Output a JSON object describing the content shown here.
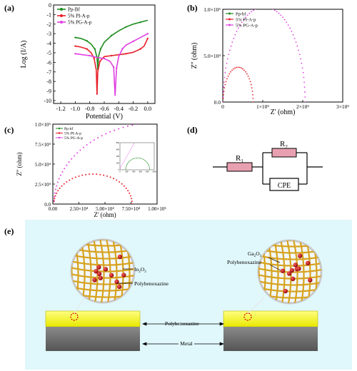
{
  "panel_labels": {
    "a": "(a)",
    "b": "(b)",
    "c": "(c)",
    "d": "(d)",
    "e": "(e)"
  },
  "colors": {
    "pp_bf": "#1e8c1e",
    "pi_a_p": "#e8202a",
    "pg_a_p": "#e040e0",
    "cpe_box": "#000000",
    "resistor_fill": "#e8a0b0",
    "scene_bg": "#e0f7fb",
    "coating": "#f0f000",
    "metal": "#7d7d7d",
    "fiber": "#d7a21e",
    "particle": "#b00000"
  },
  "chart_data": [
    {
      "type": "line",
      "panel": "(a)",
      "xlabel": "Potential (V)",
      "ylabel": "Log (I/A)",
      "xlim": [
        -1.3,
        0.1
      ],
      "ylim": [
        -10.3,
        0
      ],
      "xticks": [
        "-1.2",
        "-1.0",
        "-0.8",
        "-0.6",
        "-0.4",
        "-0.2",
        "0.0"
      ],
      "yticks": [
        "-10",
        "-9",
        "-8",
        "-7",
        "-6",
        "-5",
        "-4",
        "-3",
        "-2",
        "-1",
        "0"
      ],
      "legend": "top-left",
      "series": [
        {
          "name": "Pp-Bf",
          "color": "#1e8c1e",
          "points": [
            [
              -1.0,
              -3.4
            ],
            [
              -0.92,
              -3.5
            ],
            [
              -0.84,
              -3.75
            ],
            [
              -0.78,
              -4.1
            ],
            [
              -0.73,
              -4.6
            ],
            [
              -0.7,
              -5.5
            ],
            [
              -0.69,
              -6.7
            ],
            [
              -0.68,
              -5.4
            ],
            [
              -0.65,
              -4.6
            ],
            [
              -0.6,
              -3.9
            ],
            [
              -0.5,
              -3.2
            ],
            [
              -0.4,
              -2.7
            ],
            [
              -0.3,
              -2.3
            ],
            [
              -0.2,
              -2.0
            ],
            [
              -0.1,
              -1.8
            ],
            [
              0.0,
              -1.6
            ]
          ]
        },
        {
          "name": "5% PI-A-p",
          "color": "#e8202a",
          "points": [
            [
              -1.0,
              -4.3
            ],
            [
              -0.92,
              -4.4
            ],
            [
              -0.84,
              -4.6
            ],
            [
              -0.78,
              -5.0
            ],
            [
              -0.74,
              -5.6
            ],
            [
              -0.71,
              -6.8
            ],
            [
              -0.7,
              -9.3
            ],
            [
              -0.69,
              -7.0
            ],
            [
              -0.66,
              -5.9
            ],
            [
              -0.6,
              -5.4
            ],
            [
              -0.5,
              -5.3
            ],
            [
              -0.4,
              -5.2
            ],
            [
              -0.3,
              -5.1
            ],
            [
              -0.2,
              -4.95
            ],
            [
              -0.1,
              -4.6
            ],
            [
              -0.05,
              -4.3
            ],
            [
              0.0,
              -3.5
            ]
          ]
        },
        {
          "name": "5% PG-A-p",
          "color": "#e040e0",
          "points": [
            [
              -1.0,
              -5.1
            ],
            [
              -0.9,
              -5.2
            ],
            [
              -0.8,
              -5.3
            ],
            [
              -0.7,
              -5.5
            ],
            [
              -0.6,
              -5.6
            ],
            [
              -0.52,
              -5.9
            ],
            [
              -0.47,
              -6.5
            ],
            [
              -0.45,
              -9.5
            ],
            [
              -0.43,
              -6.6
            ],
            [
              -0.4,
              -5.4
            ],
            [
              -0.35,
              -4.6
            ],
            [
              -0.3,
              -4.2
            ],
            [
              -0.2,
              -3.8
            ],
            [
              -0.1,
              -3.4
            ],
            [
              0.0,
              -3.0
            ]
          ]
        }
      ]
    },
    {
      "type": "scatter",
      "panel": "(b)",
      "xlabel": "Z' (ohm)",
      "ylabel": "Z'' (ohm)",
      "xlim": [
        0,
        300000
      ],
      "ylim": [
        0,
        100000
      ],
      "xticks": [
        "0",
        "1×10⁵",
        "2×10⁵",
        "3×10⁵"
      ],
      "yticks": [
        "0.0",
        "5.0×10⁴",
        "1.0×10⁵"
      ],
      "legend": "top-left",
      "series": [
        {
          "name": "Pp-bf",
          "color": "#1e8c1e",
          "arc": {
            "start": 0,
            "end": 700
          }
        },
        {
          "name": "5% PI-A-p",
          "color": "#e8202a",
          "arc": {
            "start": 1000,
            "end": 76000
          }
        },
        {
          "name": "5% PG-A-p",
          "color": "#e040e0",
          "arc": {
            "start": 1000,
            "end": 206000
          }
        }
      ]
    },
    {
      "type": "scatter",
      "panel": "(c)",
      "xlabel": "Z' (ohm)",
      "ylabel": "Z'' (ohm)",
      "xlim": [
        0,
        100000
      ],
      "ylim": [
        0,
        100000
      ],
      "xticks": [
        "0.00",
        "2.50×10⁴",
        "5.00×10⁴",
        "7.50×10⁴",
        "1.00×10⁵"
      ],
      "yticks": [
        "0.0",
        "2.5×10⁴",
        "5.0×10⁴",
        "7.5×10⁴",
        "1.0×10⁵"
      ],
      "legend": "top-left",
      "series": [
        {
          "name": "Pp-bf",
          "color": "#1e8c1e",
          "arc": {
            "start": 0,
            "end": 700
          }
        },
        {
          "name": "5% PI-A-p",
          "color": "#e8202a",
          "arc": {
            "start": 1000,
            "end": 76000
          }
        },
        {
          "name": "5% PG-A-p",
          "color": "#e040e0",
          "arc": {
            "start": 1000,
            "end": 206000
          }
        }
      ],
      "inset": {
        "xlim": [
          0,
          1000
        ],
        "ylim": [
          0,
          800
        ],
        "xticks": [
          "0",
          "200",
          "400",
          "600",
          "800",
          "1000"
        ],
        "yticks": [
          "0",
          "200",
          "400",
          "600",
          "800"
        ]
      }
    }
  ],
  "circuit": {
    "r1": "R",
    "r1_sub": "1",
    "r2": "R",
    "r2_sub": "2",
    "cpe": "CPE"
  },
  "scene": {
    "label_in2o3": "In",
    "label_in2o3_sub1": "2",
    "label_in2o3_mid": "O",
    "label_in2o3_sub2": "3",
    "label_ga2o3": "Ga",
    "label_ga2o3_sub1": "2",
    "label_ga2o3_mid": "O",
    "label_ga2o3_sub2": "3",
    "label_pbz_left": "Polybenoxazine",
    "label_pbz_right": "Polybenoxazine",
    "label_pbz_center": "Polybenoxazine",
    "label_metal": "Metal"
  }
}
